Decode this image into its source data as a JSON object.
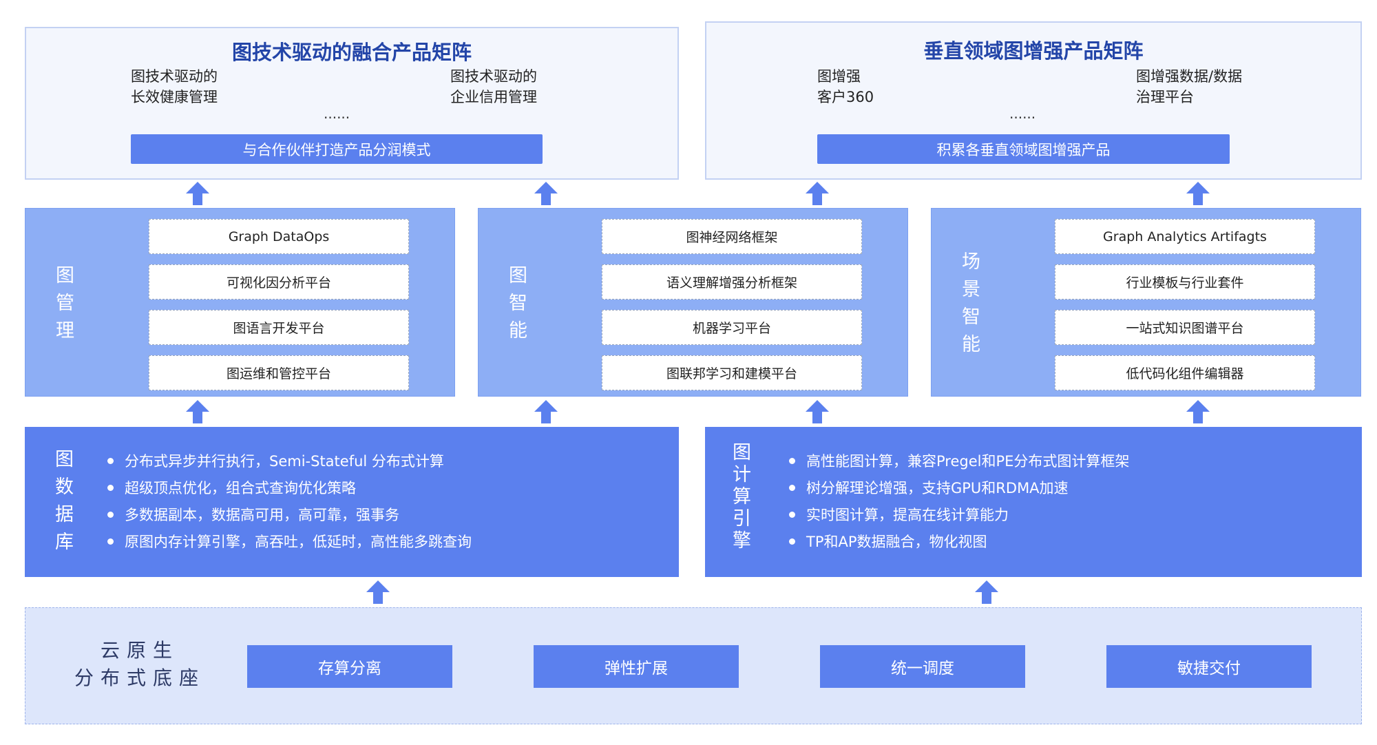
{
  "top": {
    "left": {
      "title": "图技术驱动的融合产品矩阵",
      "items": [
        "图技术驱动的\n长效健康管理",
        "图技术驱动的\n企业信用管理"
      ],
      "ellipsis": "......",
      "bar": "与合作伙伴打造产品分润模式"
    },
    "right": {
      "title": "垂直领域图增强产品矩阵",
      "items": [
        "图增强\n客户360",
        "图增强数据/数据\n治理平台"
      ],
      "ellipsis": "......",
      "bar": "积累各垂直领域图增强产品"
    }
  },
  "middle": [
    {
      "label": [
        "图",
        "管",
        "理"
      ],
      "items": [
        "Graph DataOps",
        "可视化因分析平台",
        "图语言开发平台",
        "图运维和管控平台"
      ]
    },
    {
      "label": [
        "图",
        "智",
        "能"
      ],
      "items": [
        "图神经网络框架",
        "语义理解增强分析框架",
        "机器学习平台",
        "图联邦学习和建模平台"
      ]
    },
    {
      "label": [
        "场",
        "景",
        "智",
        "能"
      ],
      "items": [
        "Graph Analytics Artifagts",
        "行业模板与行业套件",
        "一站式知识图谱平台",
        "低代码化组件编辑器"
      ]
    }
  ],
  "engines": [
    {
      "label": [
        "图",
        "数",
        "据",
        "库"
      ],
      "bullets": [
        "分布式异步并行执行，Semi-Stateful 分布式计算",
        "超级顶点优化，组合式查询优化策略",
        "多数据副本，数据高可用，高可靠，强事务",
        "原图内存计算引擎，高吞吐，低延时，高性能多跳查询"
      ]
    },
    {
      "label": [
        "图",
        "计",
        "算",
        "引",
        "擎"
      ],
      "bullets": [
        "高性能图计算，兼容Pregel和PE分布式图计算框架",
        "树分解理论增强，支持GPU和RDMA加速",
        "实时图计算，提高在线计算能力",
        "TP和AP数据融合，物化视图"
      ]
    }
  ],
  "base": {
    "title_line1": "云原生",
    "title_line2": "分布式底座",
    "tiles": [
      "存算分离",
      "弹性扩展",
      "统一调度",
      "敏捷交付"
    ]
  },
  "colors": {
    "accent": "#5b80ee",
    "mid": "#8daef5",
    "title": "#2345a8",
    "base_bg": "#dde6fb"
  }
}
